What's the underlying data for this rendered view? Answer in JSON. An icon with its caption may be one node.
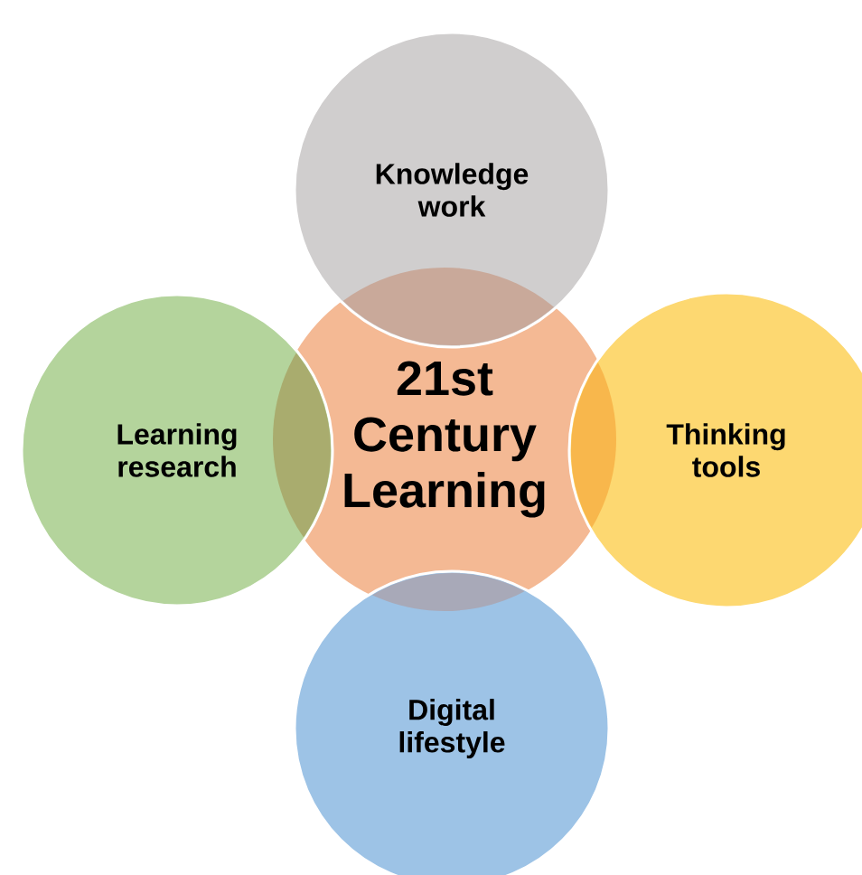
{
  "diagram": {
    "nodes": [
      {
        "text": [
          "Knowledge work"
        ]
      },
      {
        "text": [
          "Learning research"
        ]
      },
      {
        "text": [
          "21st Century Learning"
        ]
      },
      {
        "text": [
          "Thinking tools"
        ]
      },
      {
        "text": [
          "Digital lifestyle"
        ]
      }
    ]
  }
}
